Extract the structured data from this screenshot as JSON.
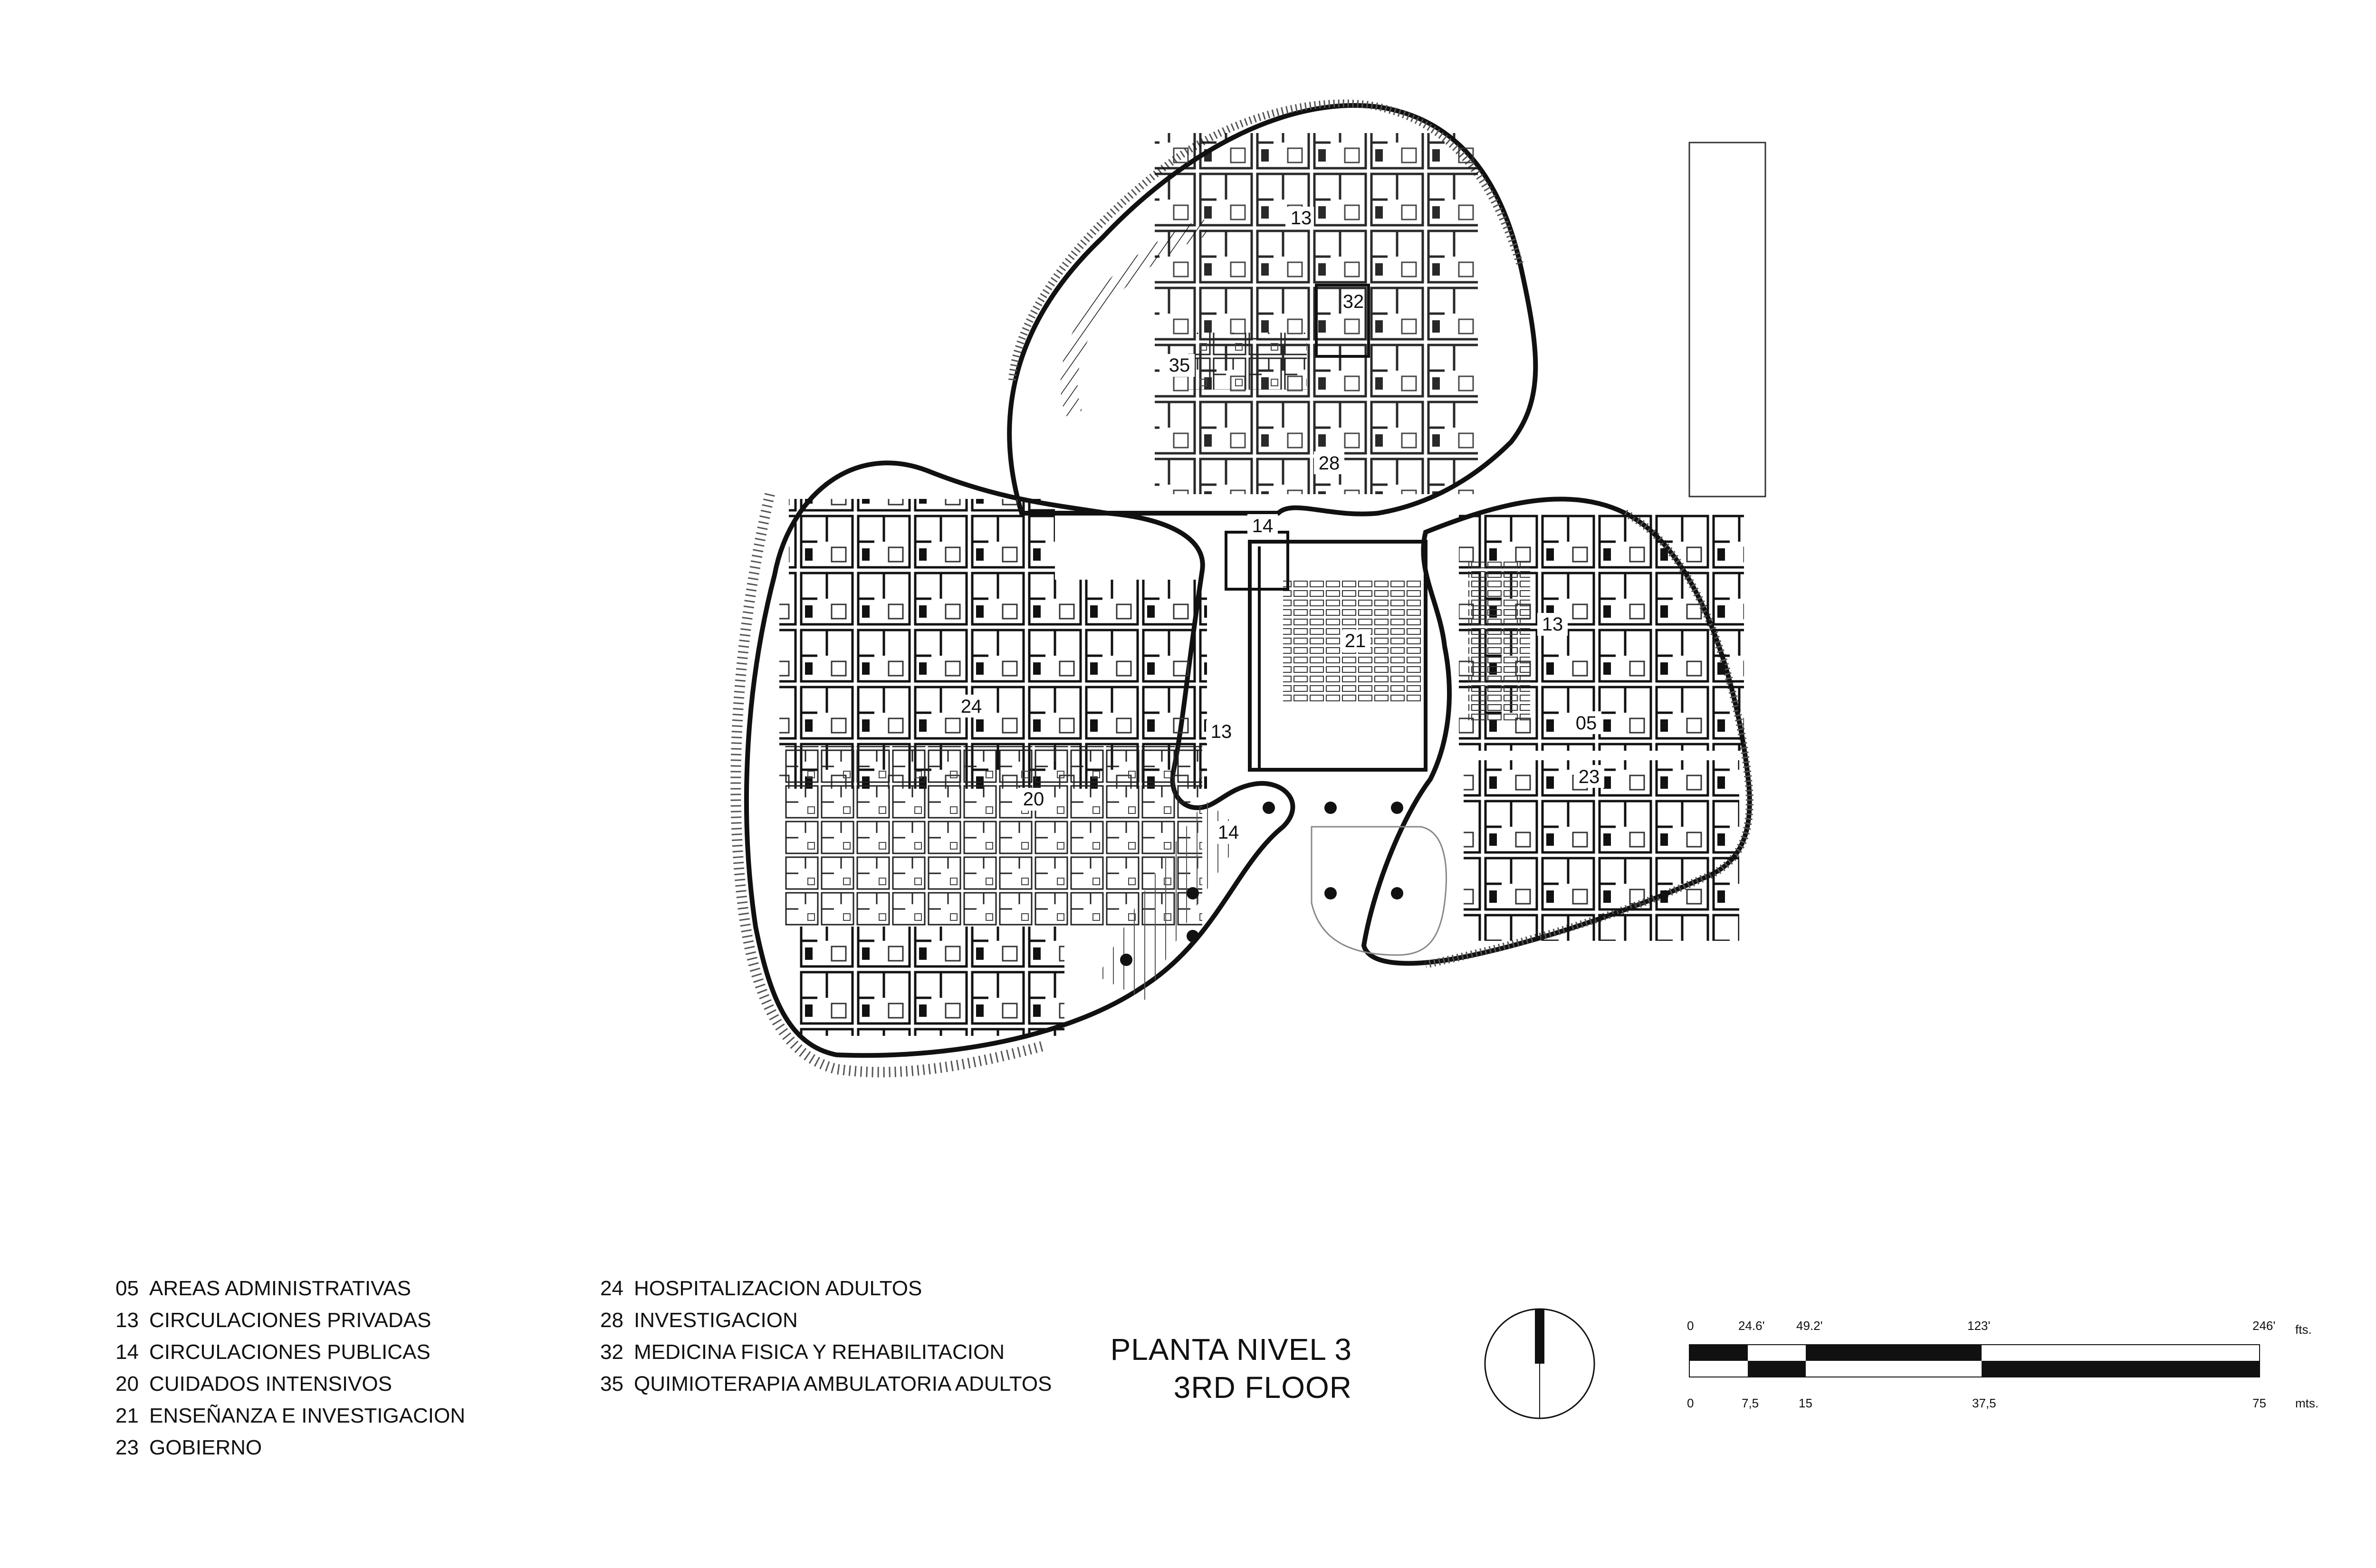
{
  "plan": {
    "room_labels": [
      {
        "id": "13a",
        "text": "13"
      },
      {
        "id": "32",
        "text": "32"
      },
      {
        "id": "35",
        "text": "35"
      },
      {
        "id": "28",
        "text": "28"
      },
      {
        "id": "14a",
        "text": "14"
      },
      {
        "id": "21",
        "text": "21"
      },
      {
        "id": "13b",
        "text": "13"
      },
      {
        "id": "24",
        "text": "24"
      },
      {
        "id": "13c",
        "text": "13"
      },
      {
        "id": "05",
        "text": "05"
      },
      {
        "id": "23",
        "text": "23"
      },
      {
        "id": "20",
        "text": "20"
      },
      {
        "id": "14b",
        "text": "14"
      }
    ]
  },
  "legend": {
    "left": [
      {
        "num": "05",
        "label": "AREAS ADMINISTRATIVAS"
      },
      {
        "num": "13",
        "label": "CIRCULACIONES PRIVADAS"
      },
      {
        "num": "14",
        "label": "CIRCULACIONES PUBLICAS"
      },
      {
        "num": "20",
        "label": "CUIDADOS INTENSIVOS"
      },
      {
        "num": "21",
        "label": "ENSEÑANZA E INVESTIGACION"
      },
      {
        "num": "23",
        "label": "GOBIERNO"
      }
    ],
    "right": [
      {
        "num": "24",
        "label": "HOSPITALIZACION ADULTOS"
      },
      {
        "num": "28",
        "label": "INVESTIGACION"
      },
      {
        "num": "32",
        "label": "MEDICINA FISICA Y REHABILITACION"
      },
      {
        "num": "35",
        "label": "QUIMIOTERAPIA AMBULATORIA ADULTOS"
      }
    ]
  },
  "title": {
    "line1": "PLANTA NIVEL 3",
    "line2": "3RD FLOOR"
  },
  "scale_bar": {
    "feet_ticks": [
      "0",
      "24.6'",
      "49.2'",
      "123'",
      "246'"
    ],
    "feet_unit": "fts.",
    "meter_ticks": [
      "0",
      "7,5",
      "15",
      "37,5",
      "75"
    ],
    "meter_unit": "mts."
  }
}
